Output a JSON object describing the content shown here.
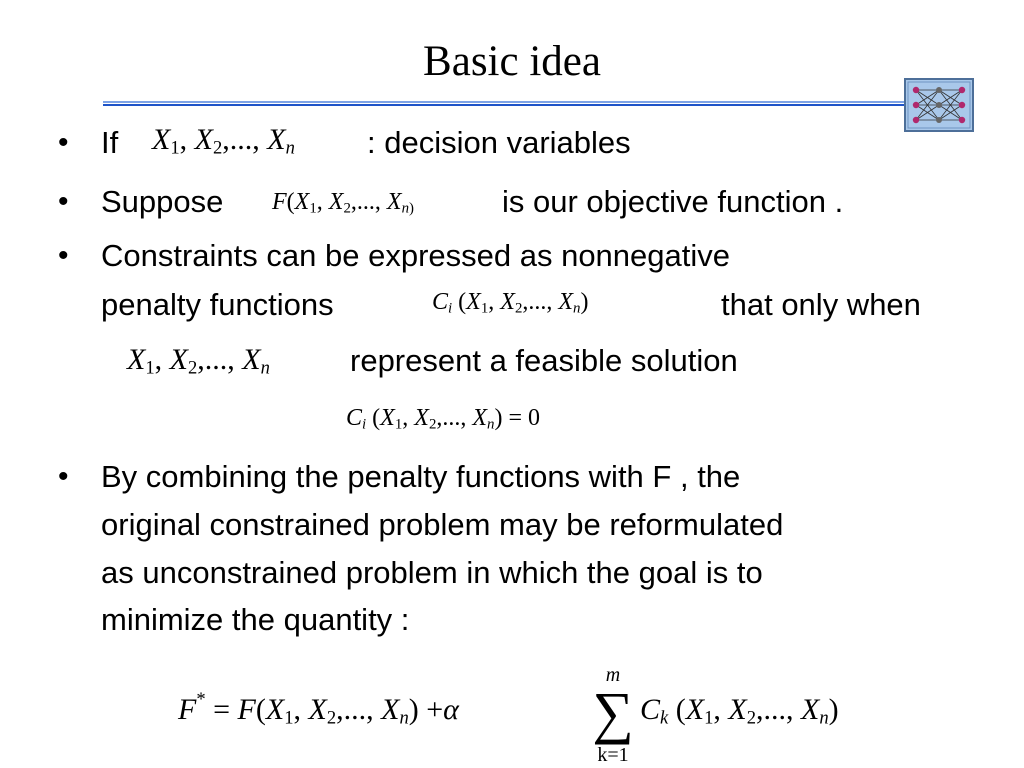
{
  "slide": {
    "title": "Basic idea",
    "logo_icon": "neural-network-icon",
    "colors": {
      "rule_light": "#7da3e6",
      "rule_dark": "#1f54c8",
      "logo_bg": "#a9c8ea"
    },
    "bullet_char": "•",
    "bullets": [
      {
        "lead": "If",
        "rest": ": decision variables"
      },
      {
        "lead": "Suppose",
        "rest": "is our objective function ."
      },
      {
        "line1": "Constraints can be expressed as nonnegative",
        "line2": "penalty functions",
        "line2_end": "that only when",
        "line3": "represent a feasible solution"
      },
      {
        "lines": [
          "By combining the penalty functions with F , the",
          "original constrained problem may be reformulated",
          "as unconstrained problem in which the goal is to",
          "minimize the quantity :"
        ]
      }
    ],
    "math": {
      "var_letter": "X",
      "sub_1": "1",
      "sub_2": "2",
      "sub_n": "n",
      "sep": ",",
      "dots": ",...,",
      "F": "F",
      "C": "C",
      "i": "i",
      "k": "k",
      "open": "(",
      "close": ")",
      "eq": "=",
      "zero": "0",
      "plus": "+",
      "alpha": "α",
      "star": "*",
      "sigma": "∑",
      "sum_upper": "m",
      "sum_lower": "k=1"
    }
  }
}
